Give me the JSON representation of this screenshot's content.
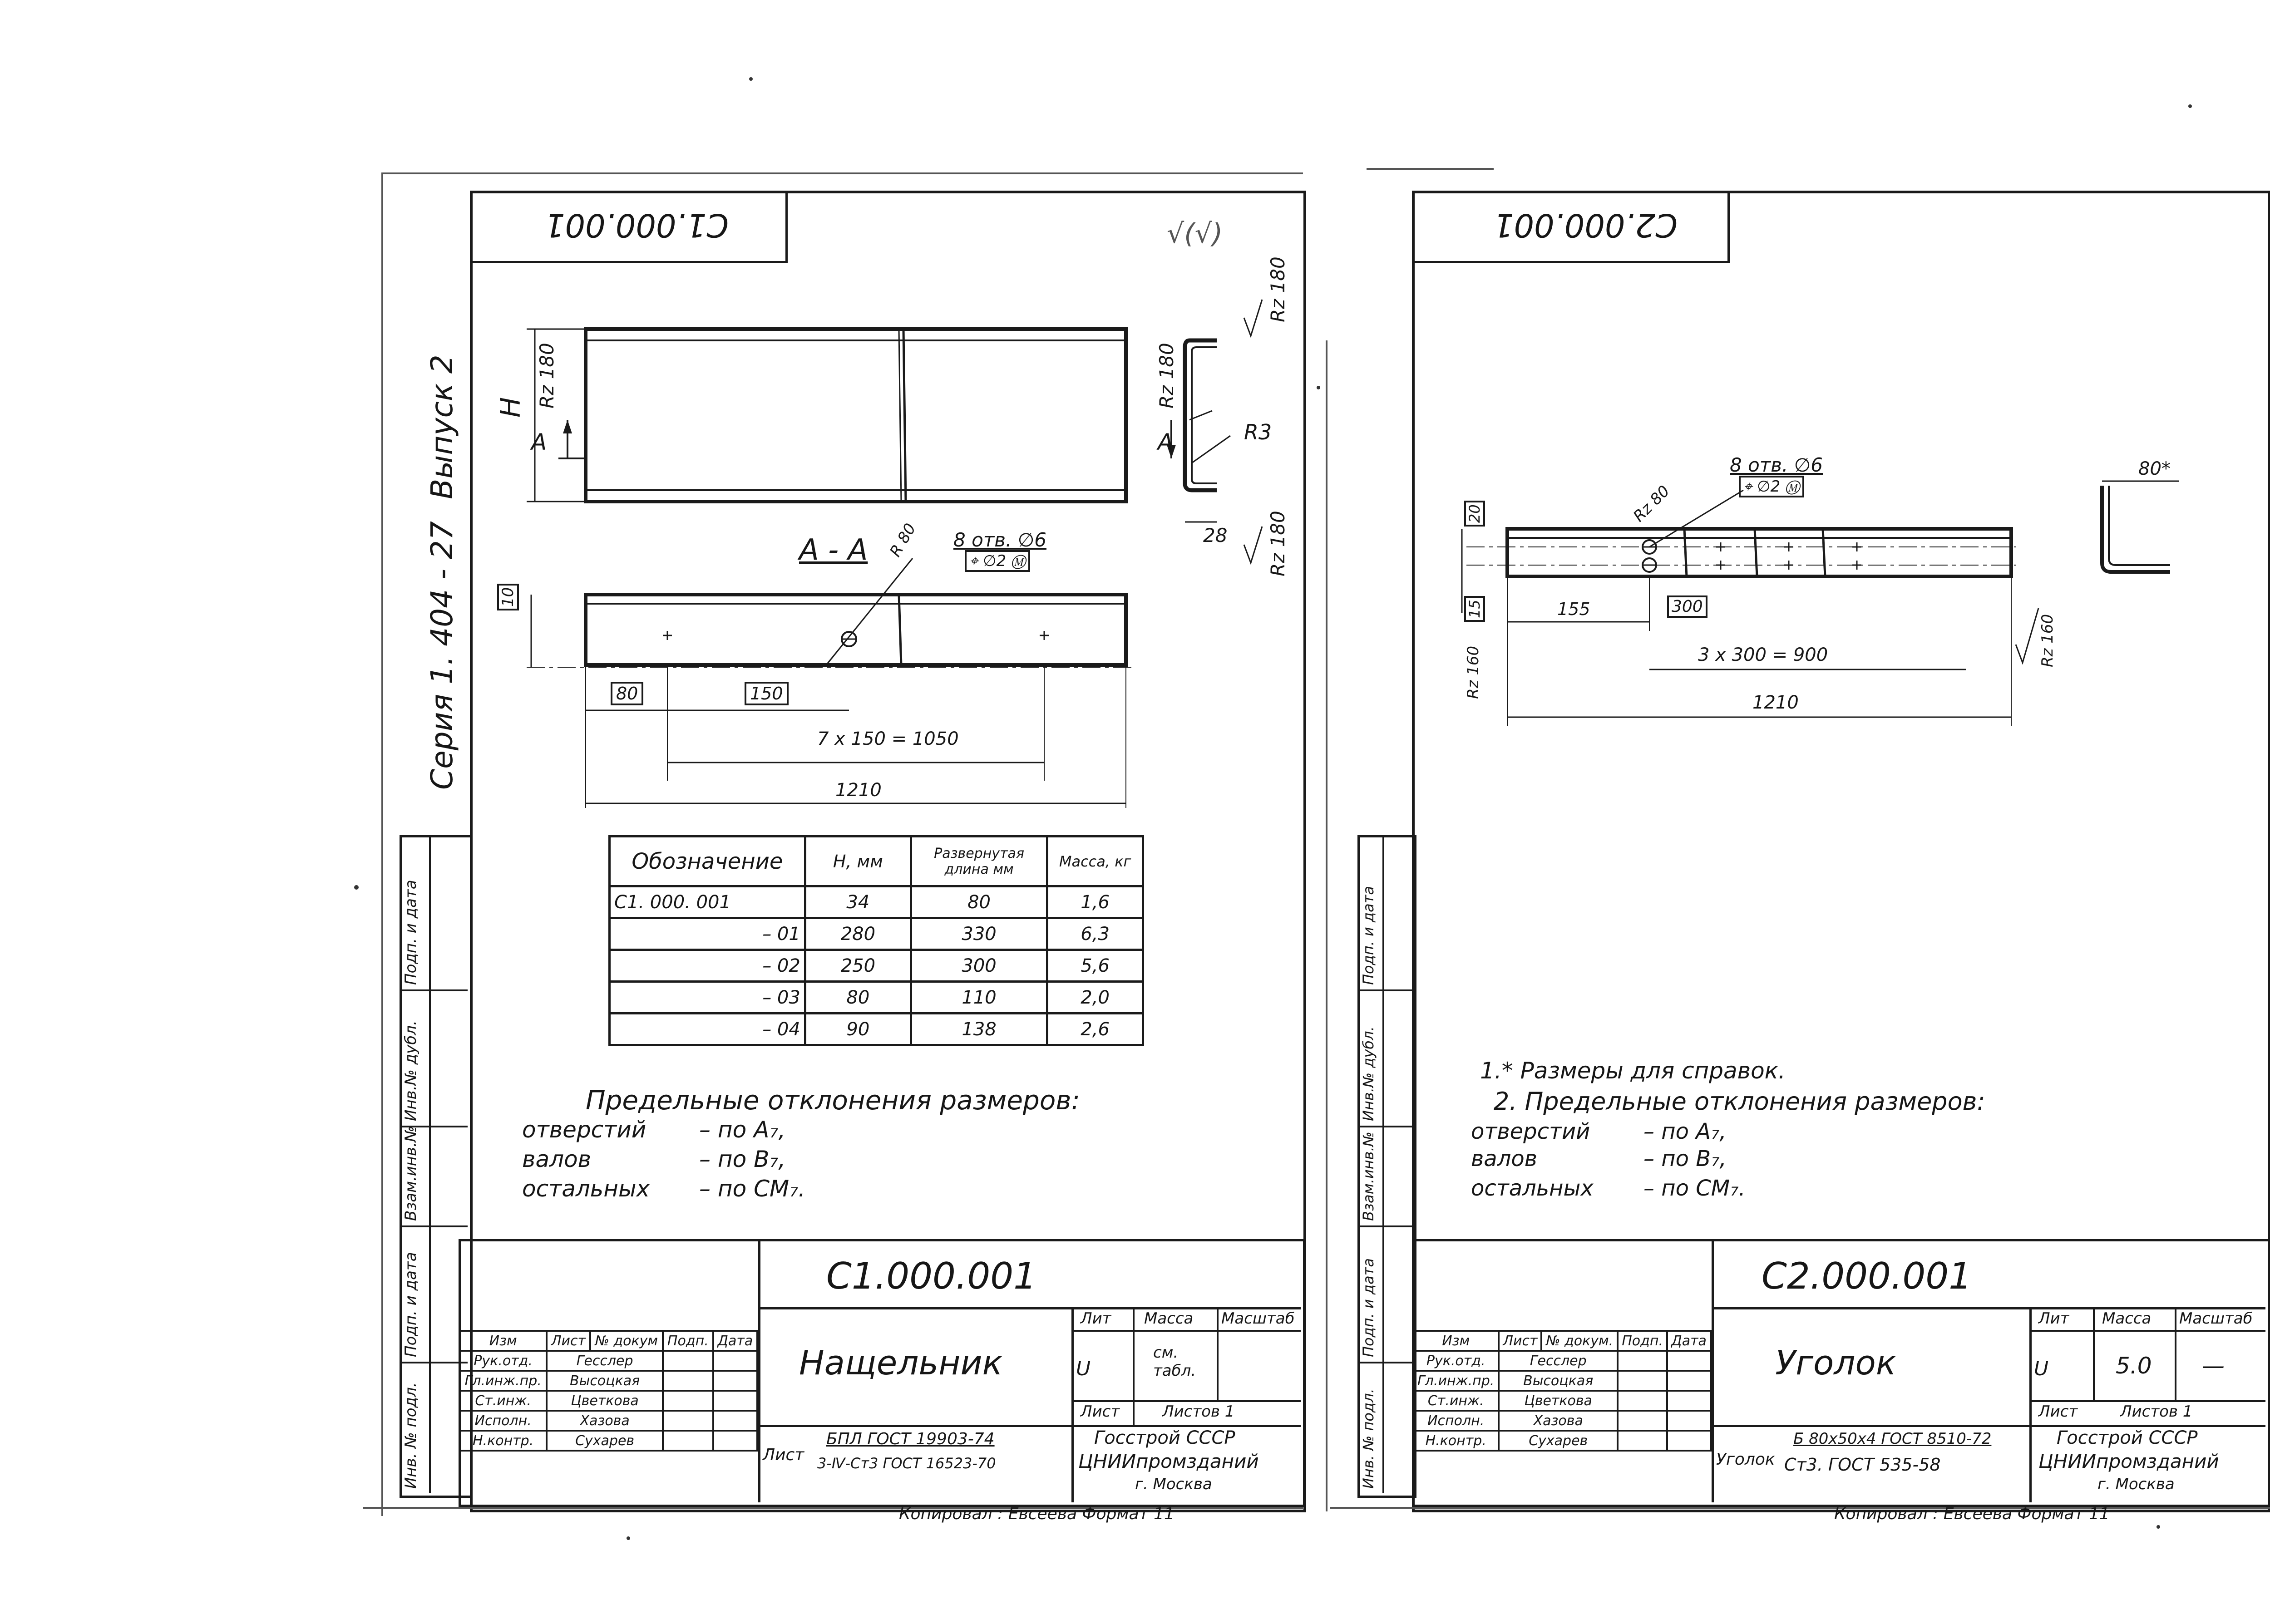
{
  "sheet1": {
    "stamp": "С1.000.001",
    "roughness": "√(√)",
    "side_labels": {
      "seriya": "Серия  1. 404 - 27",
      "vypusk": "Выпуск 2"
    },
    "dims": {
      "H": "H",
      "A1": "А",
      "A2": "А",
      "rz_top": "Rz 180",
      "rz_side": "Rz 180",
      "rz_top_right": "Rz 180",
      "rz_bottom_right": "Rz 180",
      "r3": "R3",
      "w28": "28",
      "r80": "R 80",
      "t10": "10",
      "d80": "80",
      "d150": "150",
      "d7x150": "7 x 150 = 1050",
      "d1210": "1210"
    },
    "section": {
      "label": "А - А",
      "holes": "8 отв. ∅6",
      "tol": "⌖ ∅2 Ⓜ"
    },
    "table": {
      "headers": [
        "Обозначение",
        "H, мм",
        "Развернутая длина мм",
        "Масса, кг"
      ],
      "rows": [
        [
          "С1. 000. 001",
          "34",
          "80",
          "1,6"
        ],
        [
          "– 01",
          "280",
          "330",
          "6,3"
        ],
        [
          "– 02",
          "250",
          "300",
          "5,6"
        ],
        [
          "– 03",
          "80",
          "110",
          "2,0"
        ],
        [
          "– 04",
          "90",
          "138",
          "2,6"
        ]
      ]
    },
    "notes": {
      "title": "Предельные  отклонения  размеров:",
      "lines": [
        {
          "k": "отверстий",
          "v": "– по A₇,"
        },
        {
          "k": "валов",
          "v": "– по B₇,"
        },
        {
          "k": "остальных",
          "v": "– по CM₇."
        }
      ]
    },
    "title_block": {
      "code": "С1.000.001",
      "name": "Нащельник",
      "lit": "Лит",
      "mass": "Масса",
      "scale": "Масштаб",
      "lit_val": "U",
      "mass_val": "см. табл.",
      "sheet": "Лист",
      "sheets": "Листов 1",
      "material_label": "Лист",
      "material_line1": "БПЛ ГОСТ 19903-74",
      "material_line2": "3-Ⅳ-Ст3 ГОСТ 16523-70",
      "org1": "Госстрой СССР",
      "org2": "ЦНИИпромзданий",
      "org3": "г. Москва",
      "rows": [
        [
          "Изм",
          "Лист",
          "№ докум",
          "Подп.",
          "Дата"
        ],
        [
          "Рук.отд.",
          "Гесслер",
          "",
          "",
          ""
        ],
        [
          "Гл.инж.пр.",
          "Высоцкая",
          "",
          "",
          ""
        ],
        [
          "Ст.инж.",
          "Цветкова",
          "",
          "",
          ""
        ],
        [
          "Исполн.",
          "Хазова",
          "",
          "",
          ""
        ],
        [
          "Н.контр.",
          "Сухарев",
          "",
          "",
          ""
        ]
      ],
      "footer": "Копировал : Евсеева   Формат 11"
    },
    "left_strip": [
      "Инв. № подл.",
      "Подп. и дата",
      "Взам.инв.№",
      "Инв.№ дубл.",
      "Подп. и дата"
    ]
  },
  "sheet2": {
    "stamp": "С2.000.001",
    "dims": {
      "t20": "20",
      "t15": "15",
      "rz_left": "Rz 80",
      "rz_right": "Rz 160",
      "rz_bottom": "Rz 160",
      "d155": "155",
      "d300": "300",
      "d3x300": "3 x 300 = 900",
      "d1210": "1210",
      "d80s": "80*"
    },
    "holes": {
      "label": "8 отв. ∅6",
      "tol": "⌖ ∅2 Ⓜ"
    },
    "notes": {
      "n1": "1.* Размеры для справок.",
      "n2": "2. Предельные  отклонения  размеров:",
      "lines": [
        {
          "k": "отверстий",
          "v": "– по A₇,"
        },
        {
          "k": "валов",
          "v": "– по B₇,"
        },
        {
          "k": "остальных",
          "v": "– по CM₇."
        }
      ]
    },
    "title_block": {
      "code": "С2.000.001",
      "name": "Уголок",
      "lit": "Лит",
      "mass": "Масса",
      "scale": "Масштаб",
      "lit_val": "U",
      "mass_val": "5.0",
      "scale_val": "—",
      "sheet": "Лист",
      "sheets": "Листов 1",
      "material_label": "Уголок",
      "material_line1": "Б 80х50х4 ГОСТ 8510-72",
      "material_line2": "Ст3. ГОСТ 535-58",
      "org1": "Госстрой СССР",
      "org2": "ЦНИИпромзданий",
      "org3": "г. Москва",
      "rows": [
        [
          "Изм",
          "Лист",
          "№ докум.",
          "Подп.",
          "Дата"
        ],
        [
          "Рук.отд.",
          "Гесслер",
          "",
          "",
          ""
        ],
        [
          "Гл.инж.пр.",
          "Высоцкая",
          "",
          "",
          ""
        ],
        [
          "Ст.инж.",
          "Цветкова",
          "",
          "",
          ""
        ],
        [
          "Исполн.",
          "Хазова",
          "",
          "",
          ""
        ],
        [
          "Н.контр.",
          "Сухарев",
          "",
          "",
          ""
        ]
      ],
      "footer": "Копировал : Евсеева   Формат 11"
    },
    "left_strip": [
      "Инв. № подл.",
      "Подп. и дата",
      "Взам.инв.№",
      "Инв.№ дубл.",
      "Подп. и дата"
    ]
  }
}
